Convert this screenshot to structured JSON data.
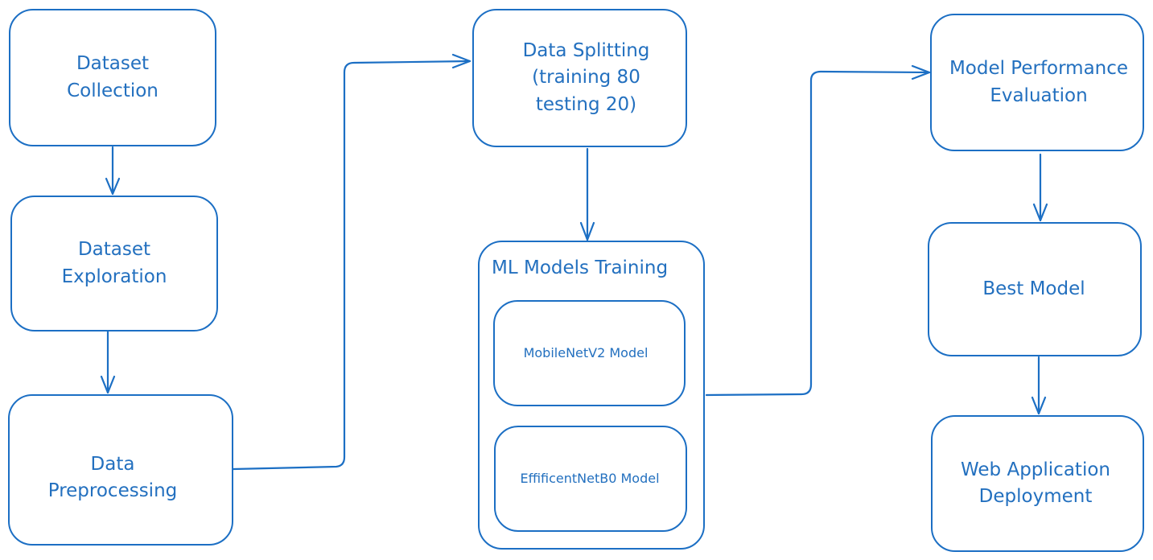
{
  "diagram": {
    "colors": {
      "stroke": "#1c6fc4",
      "text": "#2370bf",
      "background": "#ffffff"
    },
    "nodes": {
      "dataset_collection": "Dataset\nCollection",
      "dataset_exploration": "Dataset\nExploration",
      "data_preprocessing": "Data\nPreprocessing",
      "data_splitting": "Data Splitting\n(training 80\ntesting 20)",
      "ml_training_title": "ML Models Training",
      "mobilenet": "MobileNetV2 Model",
      "efficientnet": "EffificentNetB0 Model",
      "model_evaluation": "Model Performance\nEvaluation",
      "best_model": "Best Model",
      "web_deployment": "Web Application\nDeployment"
    },
    "edges": [
      {
        "from": "dataset_collection",
        "to": "dataset_exploration"
      },
      {
        "from": "dataset_exploration",
        "to": "data_preprocessing"
      },
      {
        "from": "data_preprocessing",
        "to": "data_splitting"
      },
      {
        "from": "data_splitting",
        "to": "ml_training"
      },
      {
        "from": "ml_training",
        "to": "model_evaluation"
      },
      {
        "from": "model_evaluation",
        "to": "best_model"
      },
      {
        "from": "best_model",
        "to": "web_deployment"
      }
    ]
  }
}
